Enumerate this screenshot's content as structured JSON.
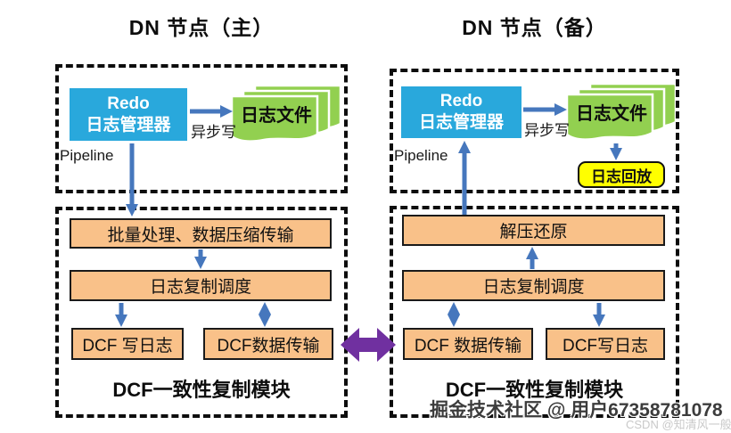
{
  "colors": {
    "redo_blue": "#29A8DC",
    "file_green": "#92D050",
    "process_orange": "#F9C189",
    "replay_yellow": "#FFFF00",
    "arrow_blue": "#4677BD",
    "arrow_purple": "#7030A0"
  },
  "panels": {
    "primary": {
      "title": "DN 节点（主）",
      "redo_line1": "Redo",
      "redo_line2": "日志管理器",
      "async_write": "异步写",
      "log_files": "日志文件",
      "pipeline": "Pipeline",
      "row_batch": "批量处理、数据压缩传输",
      "row_schedule": "日志复制调度",
      "box_write_log": "DCF 写日志",
      "box_data_transfer": "DCF数据传输",
      "module": "DCF一致性复制模块"
    },
    "standby": {
      "title": "DN 节点（备）",
      "redo_line1": "Redo",
      "redo_line2": "日志管理器",
      "async_write": "异步写",
      "log_files": "日志文件",
      "log_replay": "日志回放",
      "pipeline": "Pipeline",
      "row_decompress": "解压还原",
      "row_schedule": "日志复制调度",
      "box_data_transfer": "DCF 数据传输",
      "box_write_log": "DCF写日志",
      "module": "DCF一致性复制模块"
    }
  },
  "watermark": {
    "line1": "掘金技术社区 @ 用户67358781078",
    "line2": "CSDN @知清风一般"
  }
}
